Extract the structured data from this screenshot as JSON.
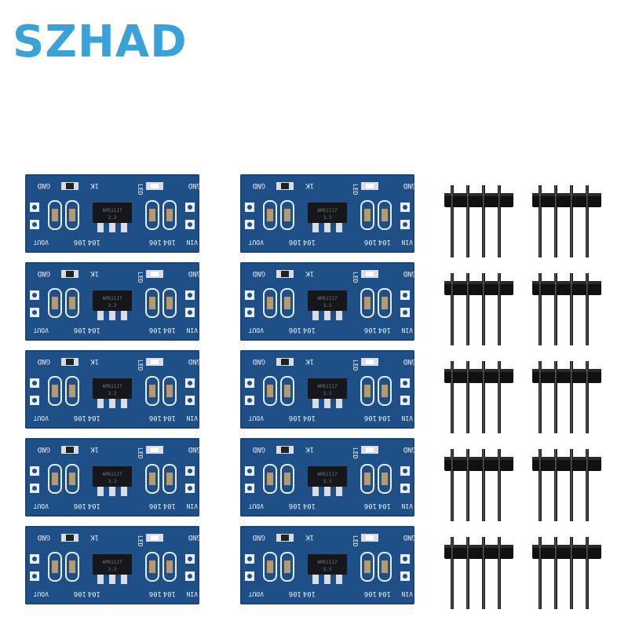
{
  "brand": {
    "text": "SZHAD",
    "color": "#3aa2d6"
  },
  "board": {
    "color": "#1f4f87",
    "silkscreen": {
      "gnd_left": "GND",
      "gnd_right": "GND",
      "r_label": "1K",
      "led_label": "LED",
      "vout": "VOUT",
      "vin": "VIN",
      "cap_106": "106",
      "cap_104": "104",
      "chip_text_1": "AMS1117",
      "chip_text_2": "3.3"
    },
    "count": 10
  },
  "pin_header": {
    "color": "#111111",
    "pins_per_header": 4,
    "count": 10
  }
}
